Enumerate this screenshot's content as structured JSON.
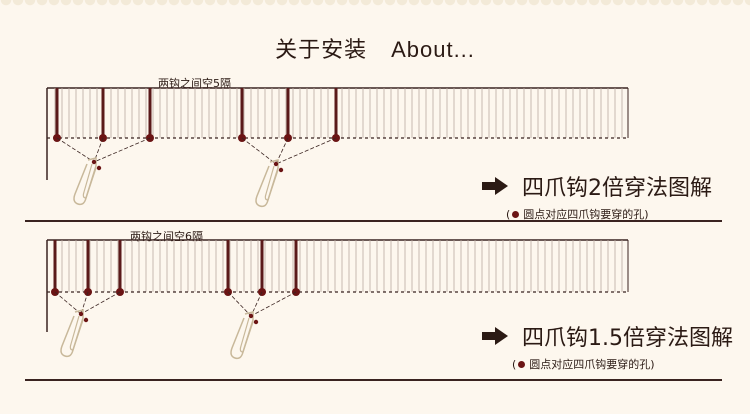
{
  "header": {
    "title_cn": "关于安装",
    "title_en": "About..."
  },
  "section1": {
    "note": "两钩之间空5隔",
    "label": "四爪钩2倍穿法图解",
    "sub_open": "(",
    "sub_text": "圆点对应四爪钩要穿的孔)"
  },
  "section2": {
    "note": "两钩之间空6隔",
    "label": "四爪钩1.5倍穿法图解",
    "sub_open": "(",
    "sub_text": "圆点对应四爪钩要穿的孔)"
  },
  "colors": {
    "rod": "#5a1a1a",
    "dot": "#6b1414",
    "line": "#3a2320",
    "hook": "#c8b89a"
  }
}
